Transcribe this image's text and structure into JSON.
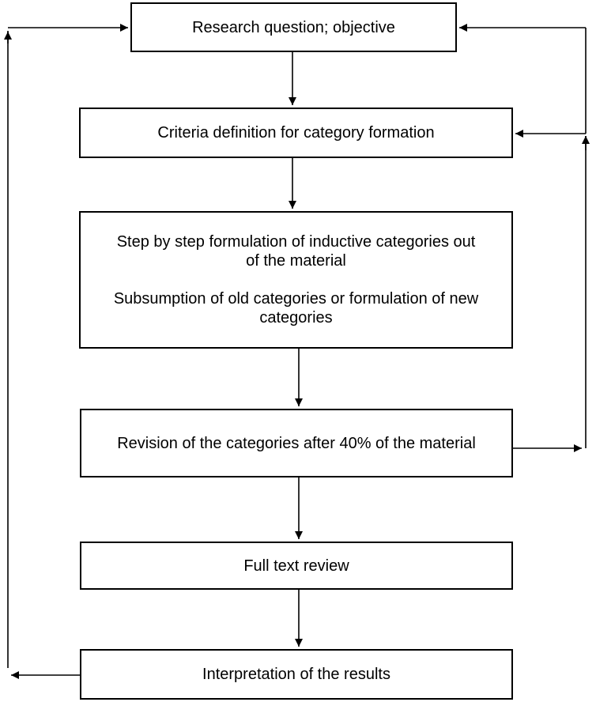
{
  "boxes": {
    "research": "Research question; objective",
    "criteria": "Criteria definition for category formation",
    "step_p1": "Step by step formulation of inductive categories out of the material",
    "step_p2": "Subsumption of old categories or formulation of new categories",
    "revision": "Revision of the categories after 40% of the material",
    "fulltext": "Full text review",
    "interpretation": "Interpretation of the results"
  }
}
